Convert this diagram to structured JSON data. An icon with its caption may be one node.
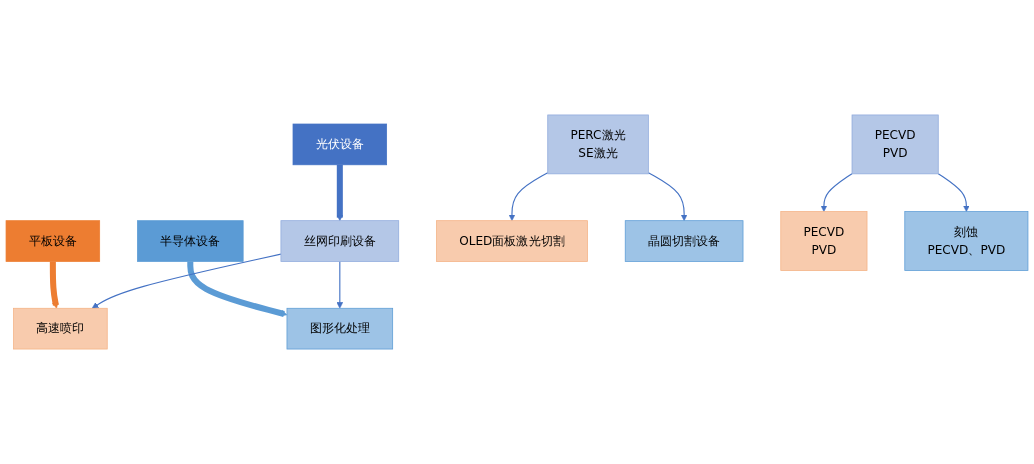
{
  "diagram": {
    "nodes": [
      {
        "text": [
          "平板设备"
        ]
      },
      {
        "text": [
          "光伏设备"
        ]
      },
      {
        "text": [
          "半导体设备"
        ]
      },
      {
        "text": [
          "高速喷印"
        ]
      },
      {
        "text": [
          "丝网印刷设备"
        ]
      },
      {
        "text": [
          "图形化处理"
        ]
      },
      {
        "text": [
          "OLED面板激光切割"
        ]
      },
      {
        "text": [
          "PERC激光",
          "SE激光"
        ]
      },
      {
        "text": [
          "晶圆切割设备"
        ]
      },
      {
        "text": [
          "PECVD",
          "PVD"
        ]
      },
      {
        "text": [
          "PECVD",
          "PVD"
        ]
      },
      {
        "text": [
          "刻蚀",
          "PECVD、PVD"
        ]
      }
    ],
    "edges": [
      {
        "from": 0,
        "to": 3,
        "arrow": "to",
        "style": "thick",
        "color": "#ed7d31"
      },
      {
        "from": 1,
        "to": 4,
        "arrow": "to",
        "style": "thick",
        "color": "#4472c4"
      },
      {
        "from": 2,
        "to": 5,
        "arrow": "to",
        "style": "thick",
        "color": "#5b9bd5"
      },
      {
        "from": 4,
        "to": 3,
        "arrow": "to"
      },
      {
        "from": 4,
        "to": 5,
        "arrow": "to"
      },
      {
        "from": 7,
        "to": 6,
        "arrow": "to"
      },
      {
        "from": 7,
        "to": 8,
        "arrow": "to"
      },
      {
        "from": 10,
        "to": 9,
        "arrow": "to"
      },
      {
        "from": 10,
        "to": 11,
        "arrow": "to"
      }
    ]
  }
}
